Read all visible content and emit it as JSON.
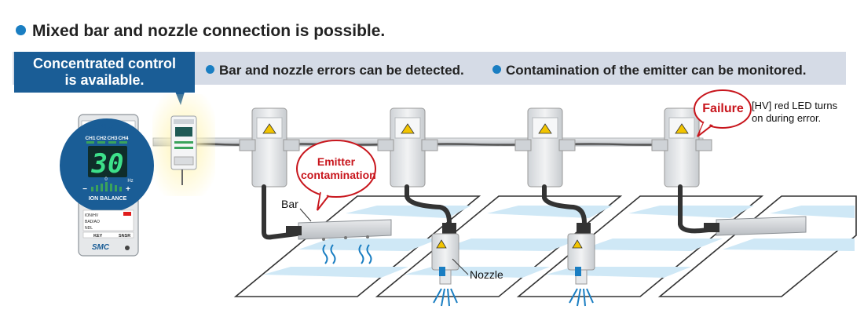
{
  "headline": "Mixed bar and nozzle connection is possible.",
  "callouts": {
    "concentrated_line1": "Concentrated control",
    "concentrated_line2": "is available.",
    "bar_nozzle_errors": "Bar and nozzle errors can be detected.",
    "contamination_monitor": "Contamination of the emitter can be monitored."
  },
  "labels": {
    "bar": "Bar",
    "nozzle": "Nozzle",
    "emitter_line1": "Emitter",
    "emitter_line2": "contamination",
    "failure": "Failure",
    "hv_line1": "[HV] red LED turns",
    "hv_line2": "on during error."
  },
  "controller": {
    "title": "IONIZER",
    "channels": [
      "CH1",
      "CH2",
      "CH3",
      "CH4"
    ],
    "display_value": "30",
    "hz_unit": "Hz",
    "scale_minus": "−",
    "scale_zero": "0",
    "scale_plus": "+",
    "ion_balance": "ION BALANCE",
    "status_rows": [
      "ION/HV",
      "BAD/AO",
      "NDL"
    ],
    "key_label": "KEY",
    "sensor_label": "SNSR",
    "brand": "SMC"
  },
  "colors": {
    "accent_blue": "#1a7ec2",
    "banner_dark_blue": "#1a5d96",
    "banner_light": "#d5dbe6",
    "error_red": "#c8161d",
    "display_green": "#3de08a",
    "device_body": "#e6e8ea",
    "mat_blue": "#cfe8f6"
  }
}
